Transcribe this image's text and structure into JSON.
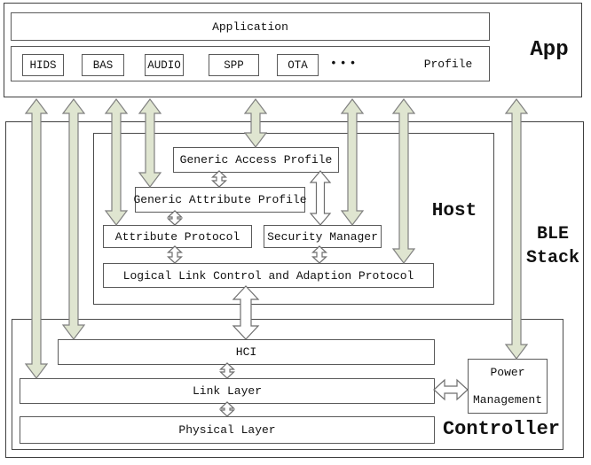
{
  "app_section": {
    "label": "App",
    "application": "Application",
    "profiles": [
      "HIDS",
      "BAS",
      "AUDIO",
      "SPP",
      "OTA"
    ],
    "ellipsis": "•••",
    "profile_label": "Profile"
  },
  "ble_stack": {
    "label_line1": "BLE",
    "label_line2": "Stack",
    "host": {
      "label": "Host",
      "gap": "Generic Access Profile",
      "gatt": "Generic Attribute Profile",
      "attribute_protocol": "Attribute Protocol",
      "security_manager": "Security Manager",
      "l2cap": "Logical Link Control and Adaption Protocol"
    },
    "controller": {
      "label": "Controller",
      "hci": "HCI",
      "link_layer": "Link Layer",
      "physical_layer": "Physical Layer",
      "power_line1": "Power",
      "power_line2": "Management"
    }
  },
  "colors": {
    "arrow_fill": "#dfe5d0",
    "arrow_stroke": "#808080",
    "white_arrow_stroke": "#6e6e6e",
    "box_border": "#5a5a5a"
  }
}
